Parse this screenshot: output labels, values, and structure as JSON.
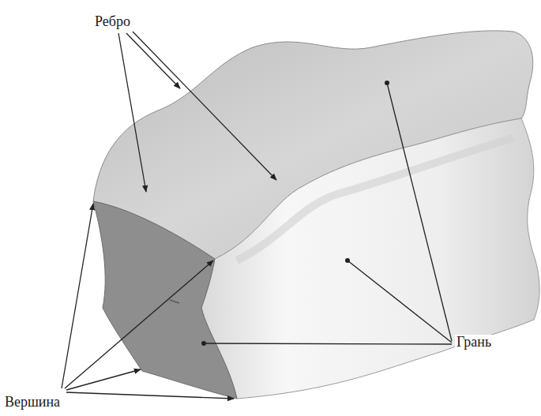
{
  "diagram": {
    "labels": [
      "Ребро",
      "Грань",
      "Вершина"
    ]
  }
}
